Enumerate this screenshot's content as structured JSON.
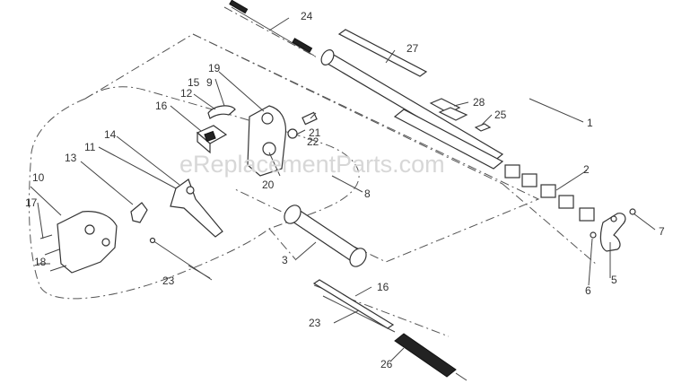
{
  "watermark": "eReplacementParts.com",
  "callouts": [
    {
      "id": "p1",
      "text": "1"
    },
    {
      "id": "p2",
      "text": "2"
    },
    {
      "id": "p3",
      "text": "3"
    },
    {
      "id": "p5",
      "text": "5"
    },
    {
      "id": "p6",
      "text": "6"
    },
    {
      "id": "p7",
      "text": "7"
    },
    {
      "id": "p8",
      "text": "8"
    },
    {
      "id": "p9",
      "text": "9"
    },
    {
      "id": "p10",
      "text": "10"
    },
    {
      "id": "p11",
      "text": "11"
    },
    {
      "id": "p12",
      "text": "12"
    },
    {
      "id": "p13",
      "text": "13"
    },
    {
      "id": "p14",
      "text": "14"
    },
    {
      "id": "p15",
      "text": "15"
    },
    {
      "id": "p16a",
      "text": "16"
    },
    {
      "id": "p16b",
      "text": "16"
    },
    {
      "id": "p17",
      "text": "17"
    },
    {
      "id": "p18",
      "text": "18"
    },
    {
      "id": "p19",
      "text": "19"
    },
    {
      "id": "p20",
      "text": "20"
    },
    {
      "id": "p21",
      "text": "21"
    },
    {
      "id": "p22",
      "text": "22"
    },
    {
      "id": "p23a",
      "text": "23"
    },
    {
      "id": "p23b",
      "text": "23"
    },
    {
      "id": "p24",
      "text": "24"
    },
    {
      "id": "p25",
      "text": "25"
    },
    {
      "id": "p26",
      "text": "26"
    },
    {
      "id": "p27",
      "text": "27"
    },
    {
      "id": "p28",
      "text": "28"
    }
  ]
}
